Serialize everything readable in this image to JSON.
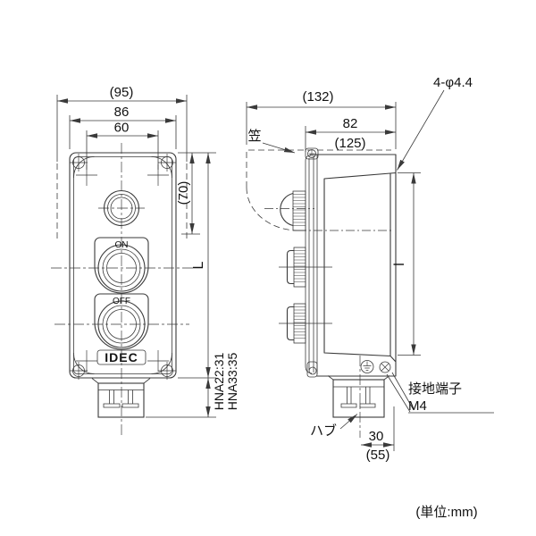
{
  "drawing": {
    "unit_note": "(単位:mm)",
    "colors": {
      "line": "#3a3a3a",
      "text": "#111111",
      "background": "#ffffff"
    },
    "front_view": {
      "canopy_width": "(95)",
      "body_width": "86",
      "mounting_pitch": "60",
      "upper_height": "(70)",
      "overall_height": "L",
      "hub_note_hna22": "HNA22:31",
      "hub_note_hna33": "HNA33:35",
      "on_label": "ON",
      "off_label": "OFF",
      "brand": "IDEC"
    },
    "side_view": {
      "canopy_depth": "(132)",
      "body_depth": "82",
      "alt_depth": "(125)",
      "canopy_label": "笠",
      "mounting_holes": "4-φ4.4",
      "mounting_height": "l",
      "ground_terminal": "接地端子",
      "ground_screw": "M4",
      "hub_label": "ハブ",
      "hub_offset": "30",
      "hub_offset_alt": "(55)"
    }
  }
}
